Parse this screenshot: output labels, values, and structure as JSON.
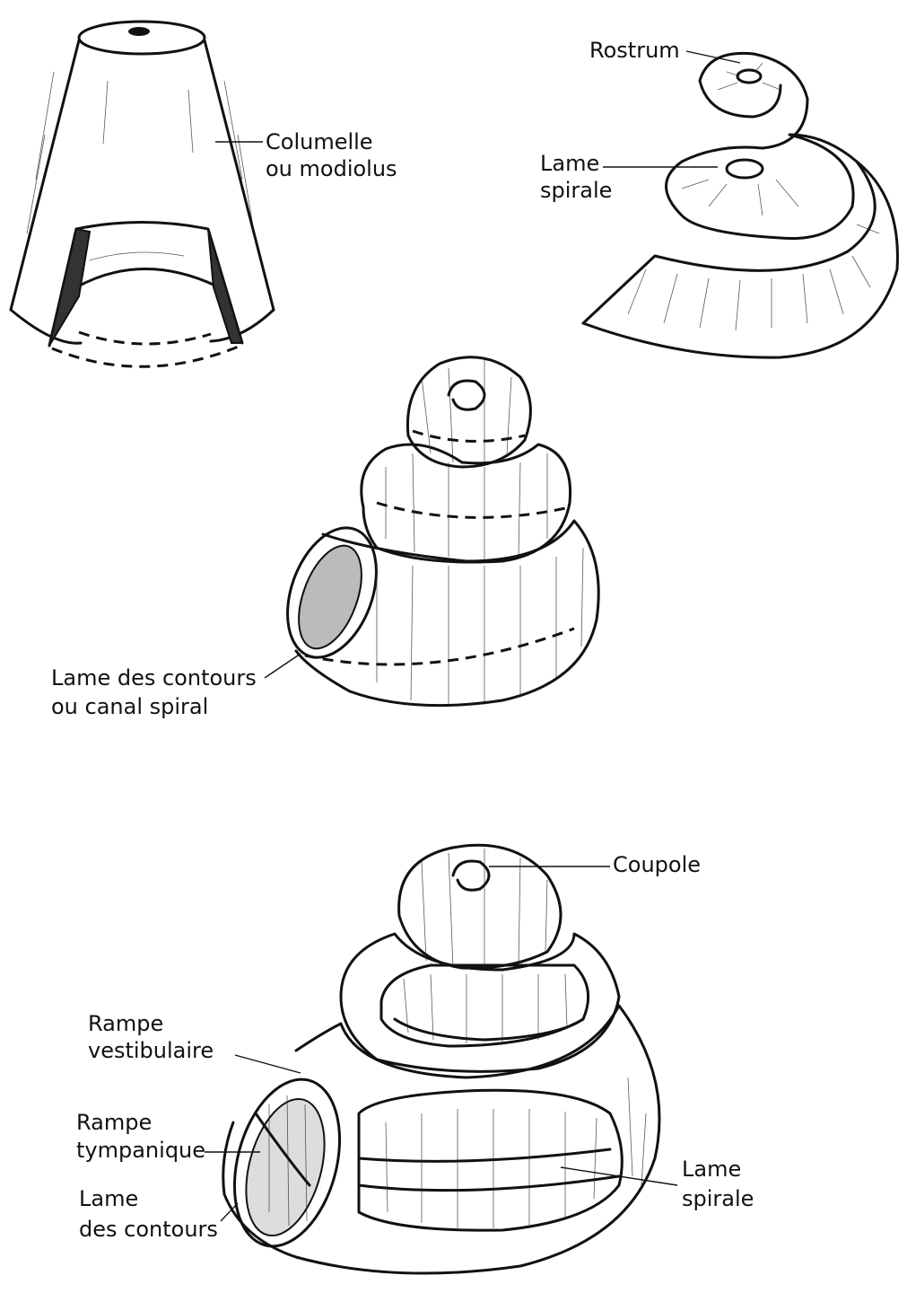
{
  "figures": {
    "columella": {
      "label_line1": "Columelle",
      "label_line2": "ou modiolus"
    },
    "spiral_lamina": {
      "rostrum": "Rostrum",
      "lame_line1": "Lame",
      "lame_line2": "spirale"
    },
    "shell": {
      "label_line1": "Lame des contours",
      "label_line2": "ou canal spiral"
    },
    "section": {
      "coupole": "Coupole",
      "rampe_vest_line1": "Rampe",
      "rampe_vest_line2": "vestibulaire",
      "rampe_tymp_line1": "Rampe",
      "rampe_tymp_line2": "tympanique",
      "lame_contours_line1": "Lame",
      "lame_contours_line2": "des contours",
      "lame_spirale_line1": "Lame",
      "lame_spirale_line2": "spirale"
    }
  }
}
